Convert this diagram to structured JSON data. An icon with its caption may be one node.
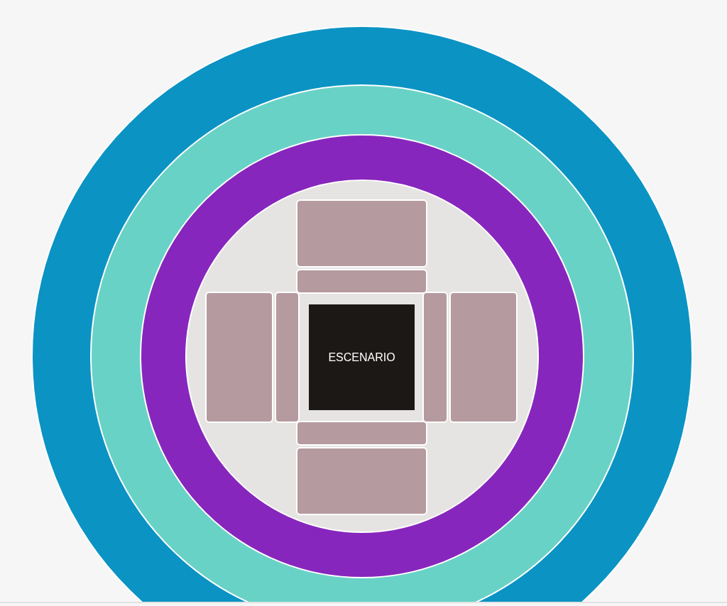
{
  "diagram": {
    "nodes": [
      {
        "text": [],
        "shape": "circle"
      },
      {
        "text": [],
        "shape": "circle",
        "in": 0
      },
      {
        "text": [],
        "shape": "circle",
        "in": 1
      },
      {
        "text": [],
        "shape": "circle",
        "in": 2
      },
      {
        "text": [],
        "shape": "box",
        "in": 3
      },
      {
        "text": [],
        "shape": "box",
        "in": 3
      },
      {
        "text": [],
        "shape": "box",
        "in": 3
      },
      {
        "text": [],
        "shape": "box",
        "in": 3
      },
      {
        "text": [
          "ESCENARIO"
        ],
        "in": 3
      },
      {
        "text": [],
        "shape": "box",
        "in": 3
      },
      {
        "text": [],
        "shape": "box",
        "in": 3
      },
      {
        "text": [],
        "shape": "box",
        "in": 3
      },
      {
        "text": [],
        "shape": "box",
        "in": 3
      }
    ]
  }
}
